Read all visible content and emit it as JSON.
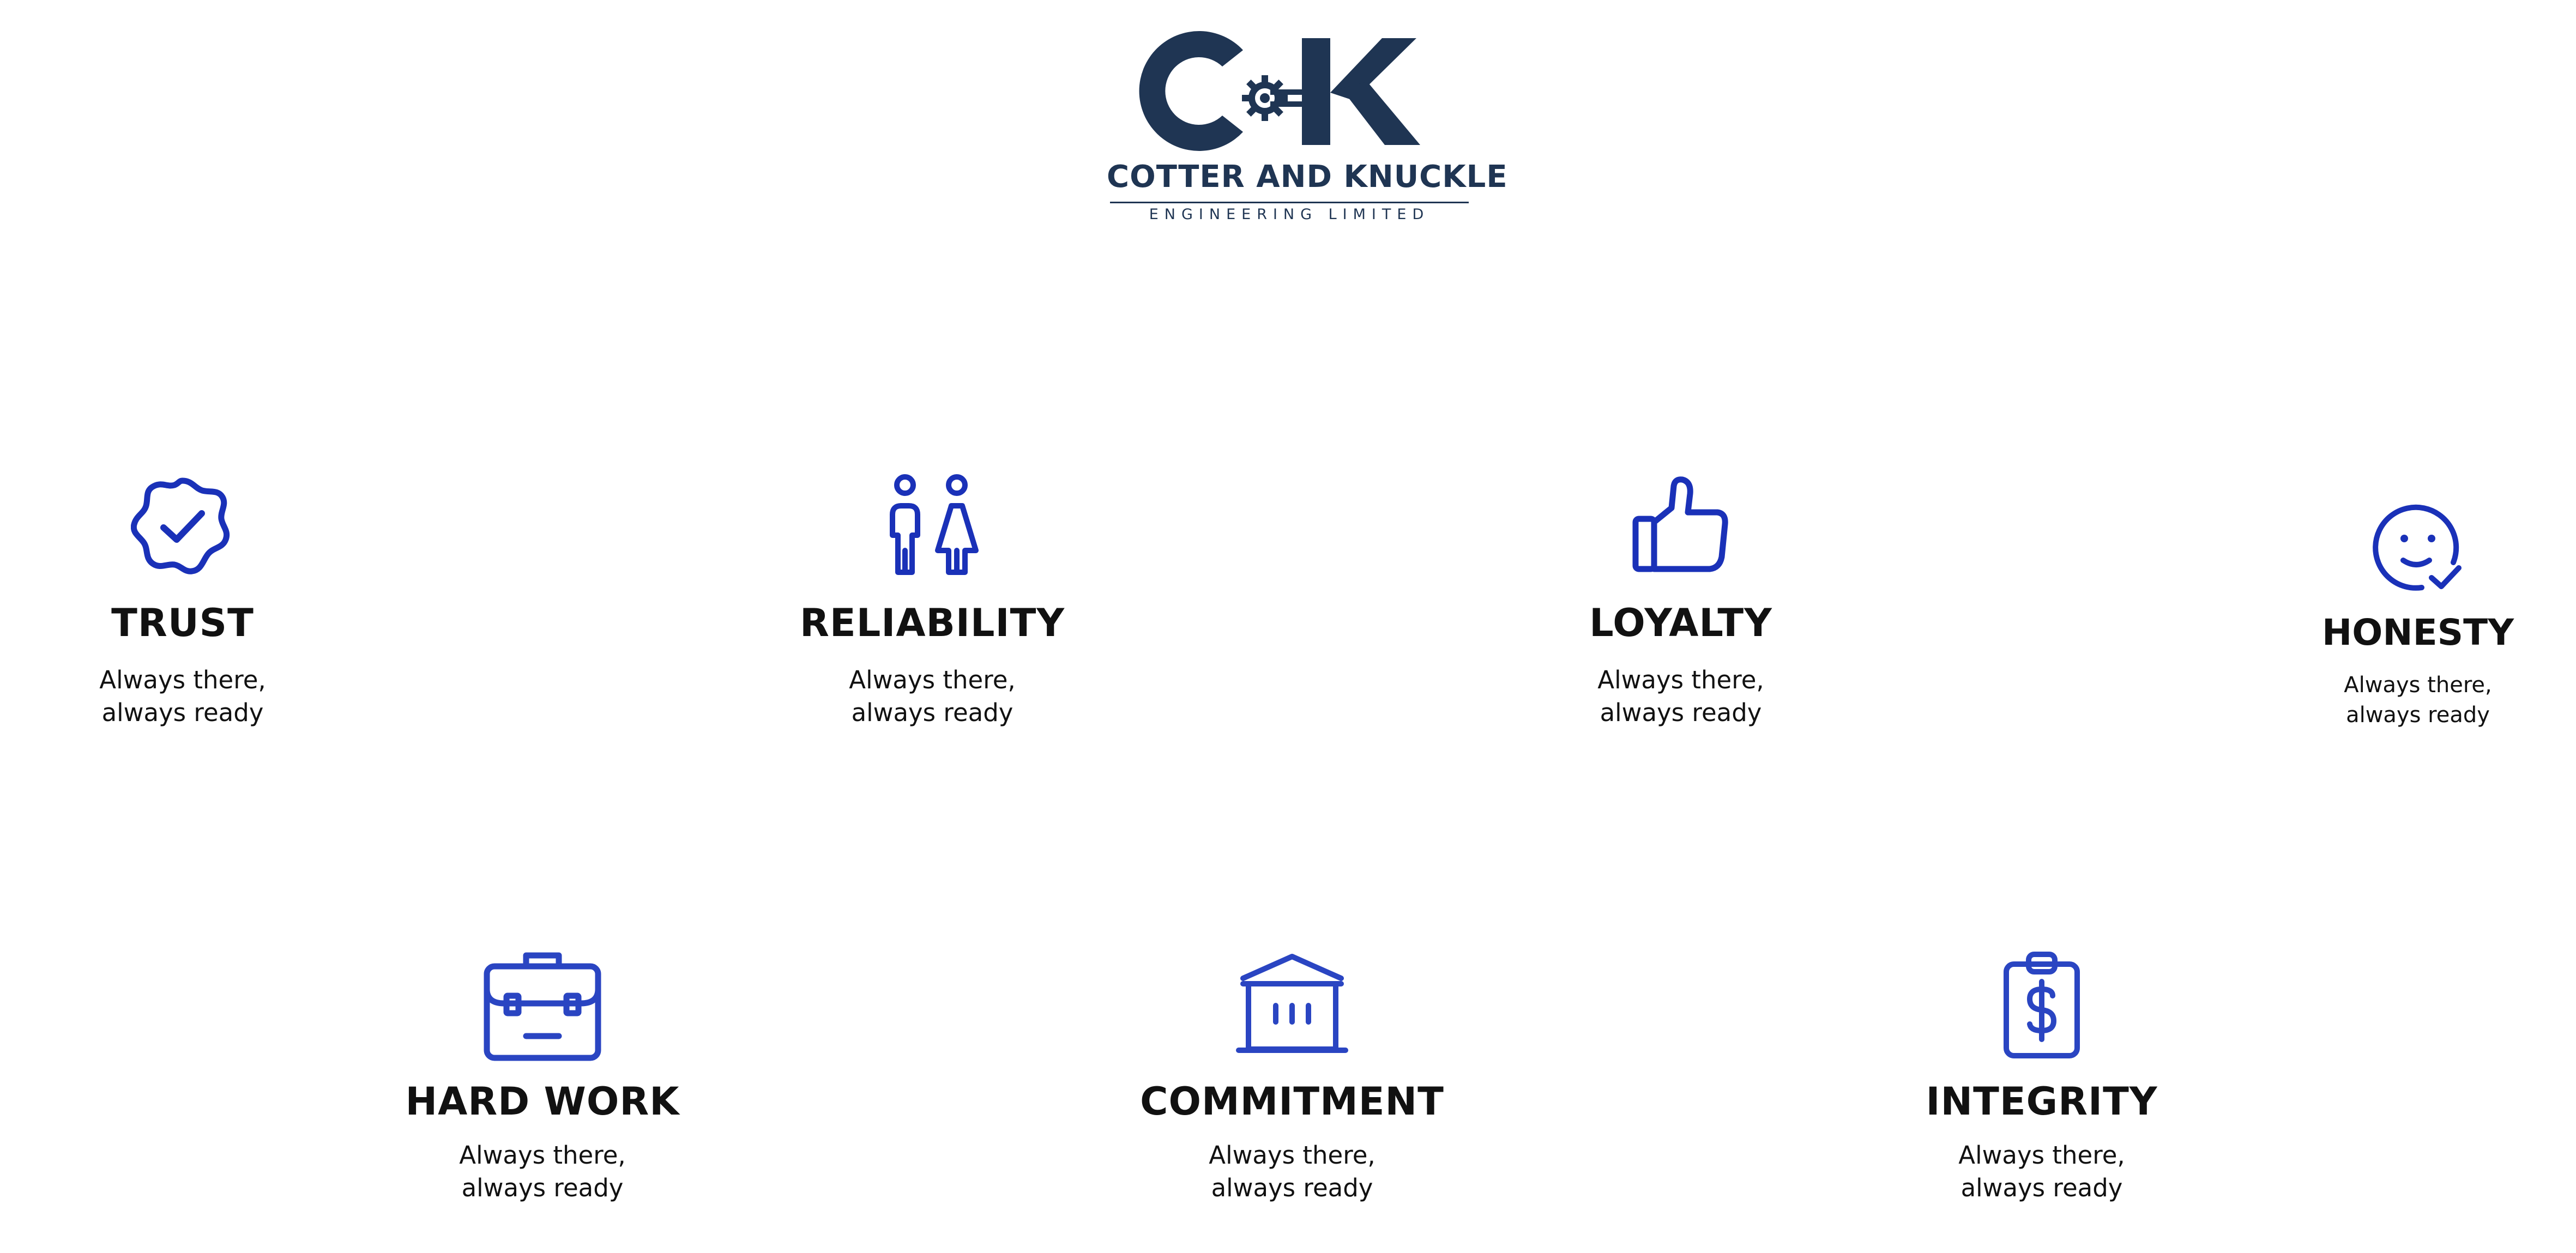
{
  "brand": {
    "monogram": "CK",
    "name": "COTTER AND KNUCKLE",
    "subtitle": "ENGINEERING LIMITED",
    "color": "#1f3553"
  },
  "accent_color": "#1a31b8",
  "values": [
    {
      "id": "trust",
      "title": "TRUST",
      "line1": "Always there,",
      "line2": "always ready",
      "icon": "verified-badge-icon"
    },
    {
      "id": "reliability",
      "title": "RELIABILITY",
      "line1": "Always there,",
      "line2": "always ready",
      "icon": "people-icon"
    },
    {
      "id": "loyalty",
      "title": "LOYALTY",
      "line1": "Always there,",
      "line2": "always ready",
      "icon": "thumbs-up-icon"
    },
    {
      "id": "honesty",
      "title": "HONESTY",
      "line1": "Always there,",
      "line2": "always ready",
      "icon": "smiley-check-icon"
    },
    {
      "id": "hard-work",
      "title": "HARD WORK",
      "line1": "Always there,",
      "line2": "always ready",
      "icon": "briefcase-icon"
    },
    {
      "id": "commitment",
      "title": "COMMITMENT",
      "line1": "Always there,",
      "line2": "always ready",
      "icon": "bank-icon"
    },
    {
      "id": "integrity",
      "title": "INTEGRITY",
      "line1": "Always there,",
      "line2": "always ready",
      "icon": "clipboard-dollar-icon"
    }
  ]
}
